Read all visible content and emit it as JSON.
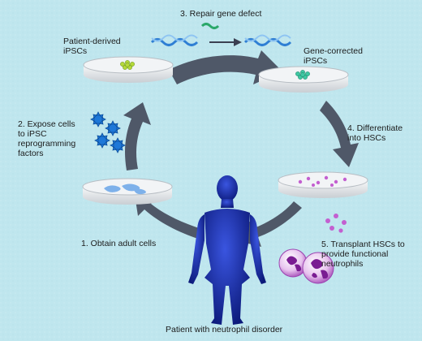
{
  "steps": {
    "repair": "3. Repair gene defect",
    "patient_ipscs": "Patient-derived\niPSCs",
    "corrected_ipscs": "Gene-corrected\niPSCs",
    "expose": "2. Expose cells\nto iPSC\nreprogramming\nfactors",
    "differentiate": "4. Differentiate\ninto HSCs",
    "obtain": "1. Obtain adult cells",
    "transplant": "5. Transplant HSCs to\nprovide functional\nneutrophils",
    "patient": "Patient with neutrophil disorder"
  },
  "colors": {
    "background": "#bfe6ee",
    "arrow": "#4f5868",
    "figure": "#1a2fa8",
    "dish": "#eef0f2",
    "dna_strand": "#2f7fd4",
    "factor": "#1e78d8",
    "hsc": "#c35fd0"
  }
}
